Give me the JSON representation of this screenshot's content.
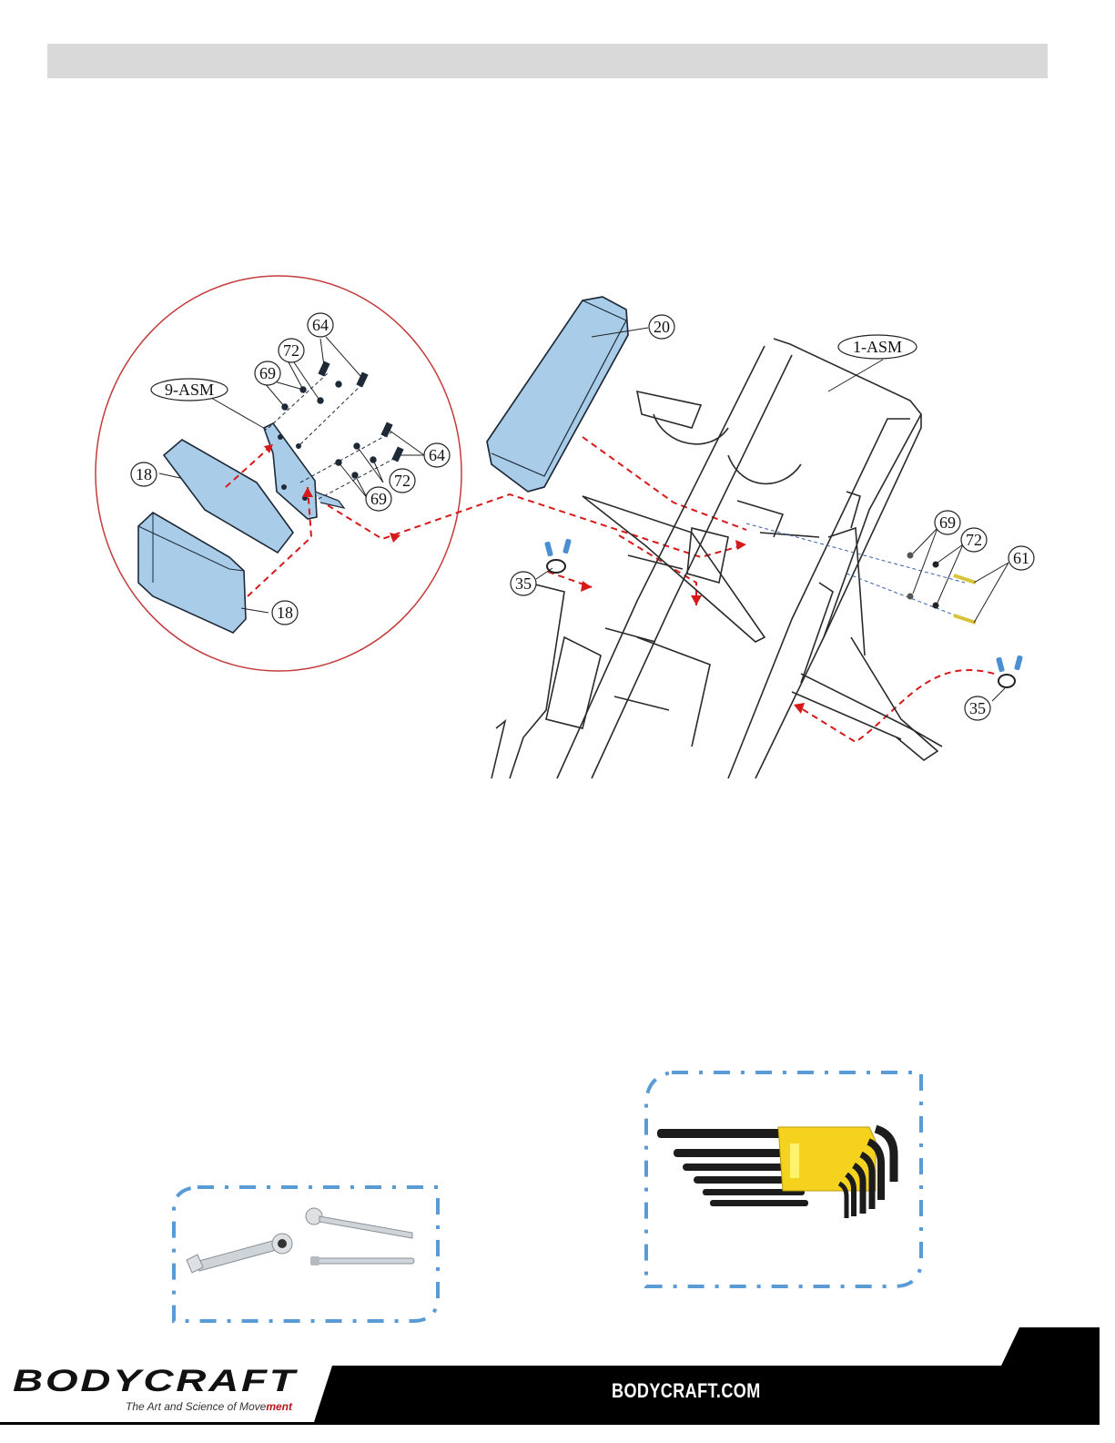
{
  "diagram": {
    "callouts": {
      "c64a": "64",
      "c72a": "72",
      "c69a": "69",
      "c9asm": "9-ASM",
      "c18a": "18",
      "c64b": "64",
      "c72b": "72",
      "c69b": "69",
      "c18b": "18",
      "c20": "20",
      "c1asm": "1-ASM",
      "c35a": "35",
      "c69c": "69",
      "c72c": "72",
      "c61": "61",
      "c35b": "35"
    }
  },
  "footer": {
    "brand": "BODYCRAFT",
    "tagline_main": "The Art and Science of Move",
    "tagline_accent": "ment",
    "website": "BODYCRAFT.COM"
  },
  "colors": {
    "pad_blue": "#a9cde9",
    "arrow_red": "#d61a1a",
    "dash_blue": "#5b9bd5",
    "header_gray": "#d9d9d9",
    "allen_yellow": "#f5d21e"
  }
}
